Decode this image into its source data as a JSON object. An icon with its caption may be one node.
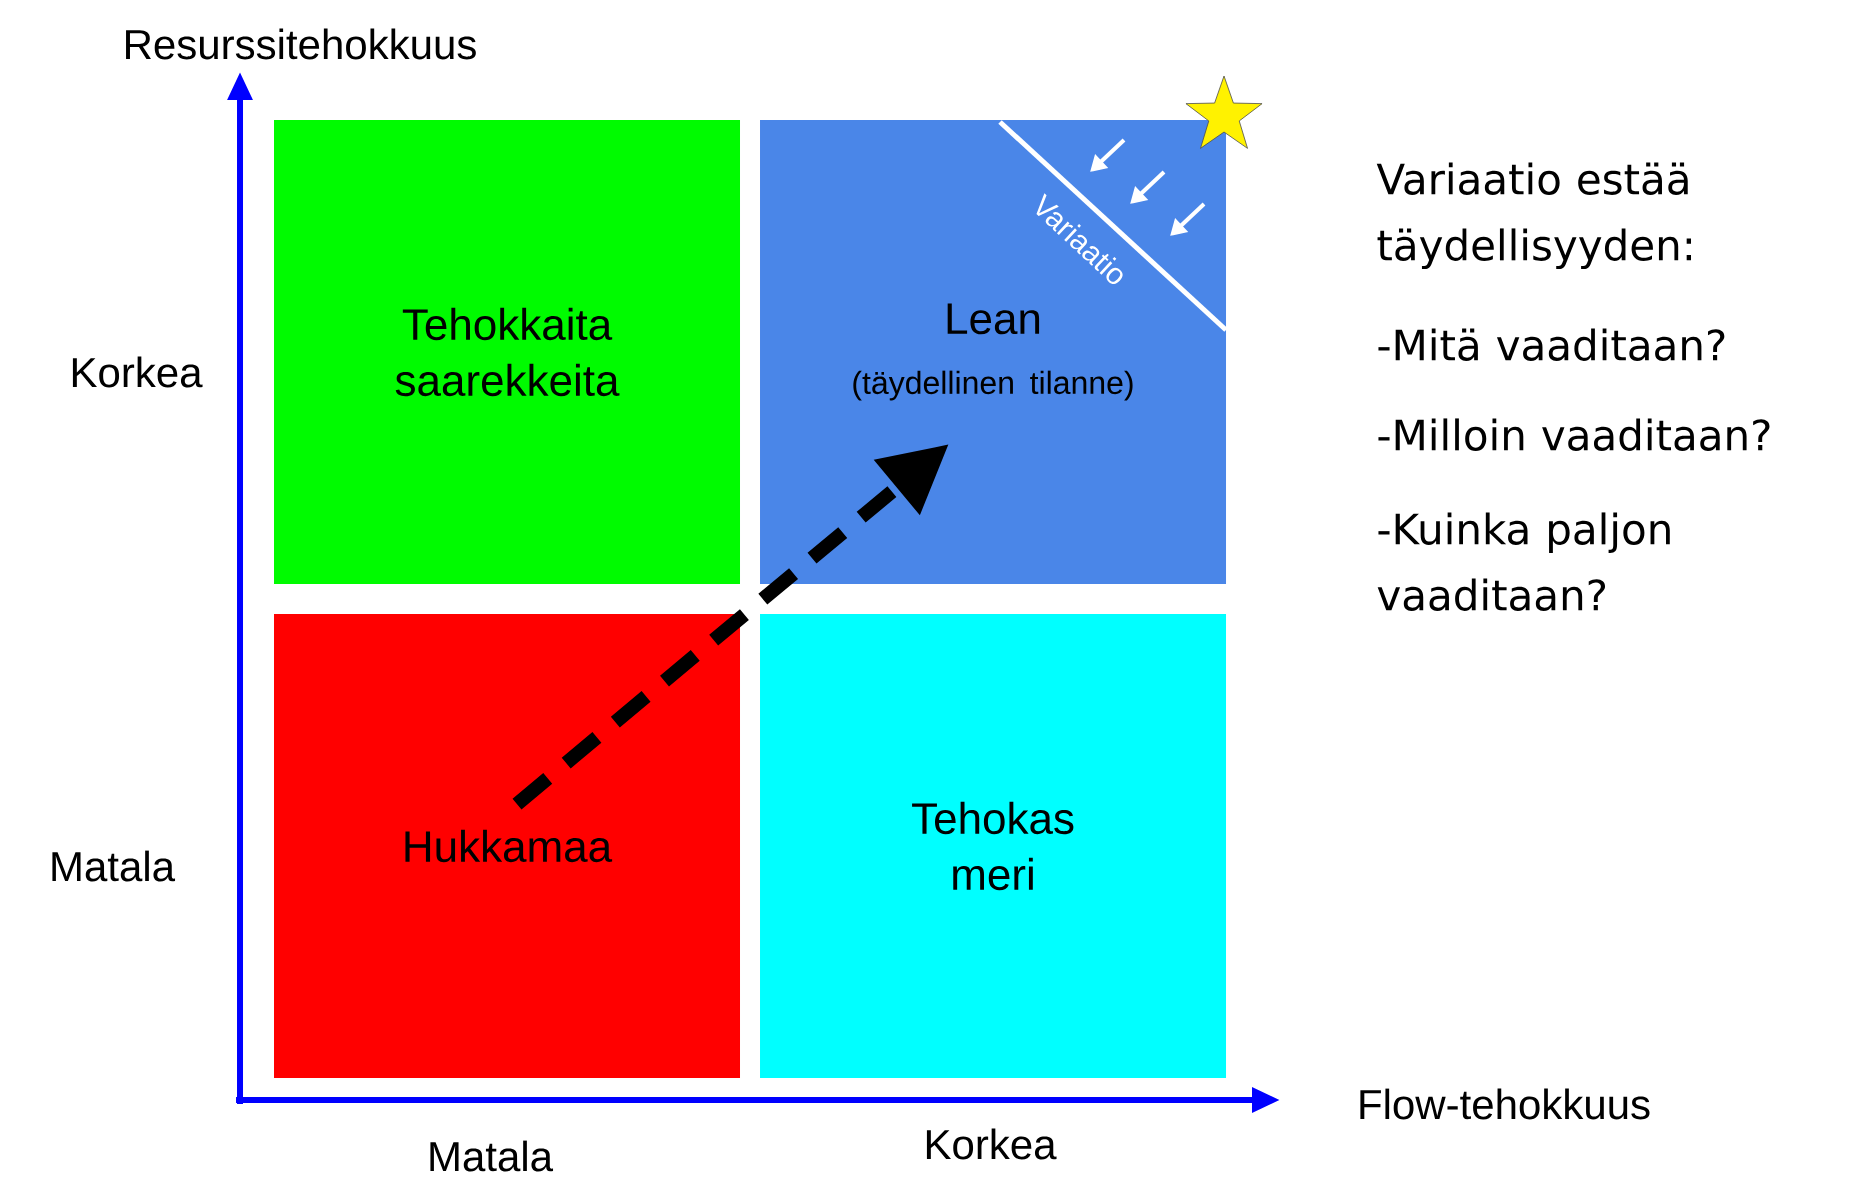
{
  "diagram": {
    "nodes": [
      {
        "text": [
          "Tehokkaita saarekkeita"
        ]
      },
      {
        "text": [
          "Lean",
          "(täydellinen tilanne)"
        ]
      },
      {
        "text": [
          "Hukkamaa"
        ]
      },
      {
        "text": [
          "Tehokas meri"
        ]
      }
    ],
    "edges": [
      {
        "from": 2,
        "to": 1,
        "arrow": "to",
        "style": "dashed"
      }
    ],
    "labels": [
      "Resurssitehokkuus",
      "Korkea",
      "Matala",
      "Flow-tehokkuus",
      "Matala",
      "Korkea",
      "Variaatio",
      "Variaatio estää täydellisyyden:",
      "-Mitä vaaditaan?",
      "-Milloin vaaditaan?",
      "-Kuinka paljon vaaditaan?"
    ]
  }
}
